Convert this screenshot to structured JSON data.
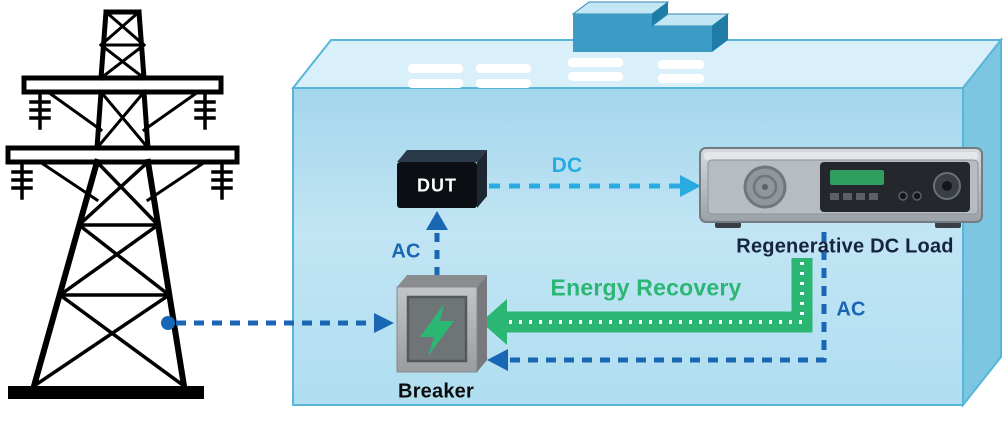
{
  "labels": {
    "dut": "DUT",
    "dc": "DC",
    "ac_in": "AC",
    "ac_return": "AC",
    "energy_recovery": "Energy Recovery",
    "load": "Regenerative DC Load",
    "breaker": "Breaker"
  },
  "colors": {
    "arrow_blue": "#1966b4",
    "arrow_cyan": "#29abe2",
    "arrow_green": "#2bb673",
    "label_navy": "#16233e",
    "box_blue_front": "#aed9ee",
    "box_blue_top": "#d9effa",
    "box_blue_side": "#7cc6e2"
  },
  "icons": {
    "breaker_symbol": "lightning-icon"
  }
}
